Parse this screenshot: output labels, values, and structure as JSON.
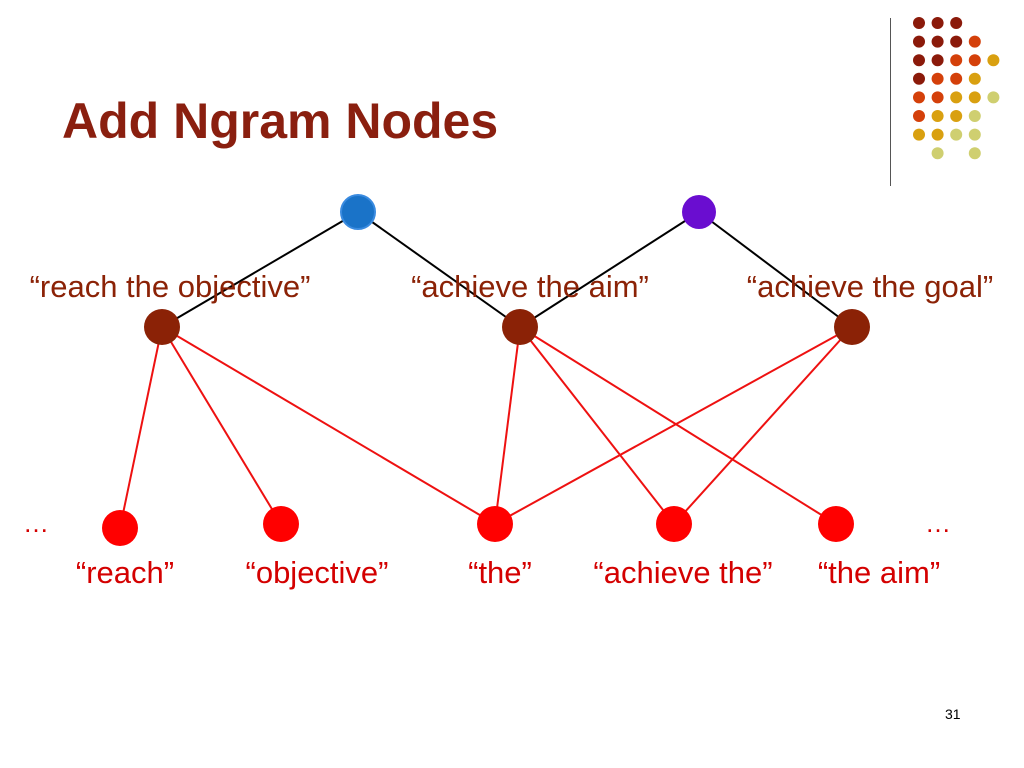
{
  "slide": {
    "title": "Add Ngram Nodes",
    "page_number": "31"
  },
  "diagram": {
    "top_nodes": [
      {
        "id": "top-left",
        "color": "#1a73c8"
      },
      {
        "id": "top-right",
        "color": "#6a0dd0"
      }
    ],
    "phrase_nodes": [
      {
        "id": "phrase-reach-the-objective",
        "label": "“reach the objective”",
        "color": "#8b2206"
      },
      {
        "id": "phrase-achieve-the-aim",
        "label": "“achieve the aim”",
        "color": "#8b2206"
      },
      {
        "id": "phrase-achieve-the-goal",
        "label": "“achieve the goal”",
        "color": "#8b2206"
      }
    ],
    "ngram_nodes": [
      {
        "id": "ngram-reach",
        "label": "“reach”",
        "color": "#ff0000"
      },
      {
        "id": "ngram-objective",
        "label": "“objective”",
        "color": "#ff0000"
      },
      {
        "id": "ngram-the",
        "label": "“the”",
        "color": "#ff0000"
      },
      {
        "id": "ngram-achieve-the",
        "label": "“achieve the”",
        "color": "#ff0000"
      },
      {
        "id": "ngram-the-aim",
        "label": "“the aim”",
        "color": "#ff0000"
      }
    ],
    "ellipsis_left": "…",
    "ellipsis_right": "…",
    "edges_black": [
      [
        "top-left",
        "phrase-reach-the-objective"
      ],
      [
        "top-left",
        "phrase-achieve-the-aim"
      ],
      [
        "top-right",
        "phrase-achieve-the-aim"
      ],
      [
        "top-right",
        "phrase-achieve-the-goal"
      ]
    ],
    "edges_red": [
      [
        "phrase-reach-the-objective",
        "ngram-reach"
      ],
      [
        "phrase-reach-the-objective",
        "ngram-objective"
      ],
      [
        "phrase-reach-the-objective",
        "ngram-the"
      ],
      [
        "phrase-achieve-the-aim",
        "ngram-the"
      ],
      [
        "phrase-achieve-the-aim",
        "ngram-achieve-the"
      ],
      [
        "phrase-achieve-the-aim",
        "ngram-the-aim"
      ],
      [
        "phrase-achieve-the-goal",
        "ngram-the"
      ],
      [
        "phrase-achieve-the-goal",
        "ngram-achieve-the"
      ]
    ],
    "colors": {
      "title": "#8a1f0f",
      "phrase_label": "#8b2206",
      "ngram_label": "#d40000",
      "edge_black": "#000000",
      "edge_red": "#ee1111"
    }
  },
  "decoration": {
    "dot_grid": [
      [
        "#8b1a0a",
        "#8b1a0a",
        "#8b1a0a",
        null,
        null
      ],
      [
        "#8b1a0a",
        "#8b1a0a",
        "#8b1a0a",
        "#d4400a",
        null
      ],
      [
        "#8b1a0a",
        "#8b1a0a",
        "#d4400a",
        "#d4400a",
        "#d9a010"
      ],
      [
        "#8b1a0a",
        "#d4400a",
        "#d4400a",
        "#d9a010",
        null
      ],
      [
        "#d4400a",
        "#d4400a",
        "#d9a010",
        "#d9a010",
        "#cfcf70"
      ],
      [
        "#d4400a",
        "#d9a010",
        "#d9a010",
        "#cfcf70",
        null
      ],
      [
        "#d9a010",
        "#d9a010",
        "#cfcf70",
        "#cfcf70",
        null
      ],
      [
        null,
        "#cfcf70",
        null,
        "#cfcf70",
        null
      ]
    ]
  }
}
